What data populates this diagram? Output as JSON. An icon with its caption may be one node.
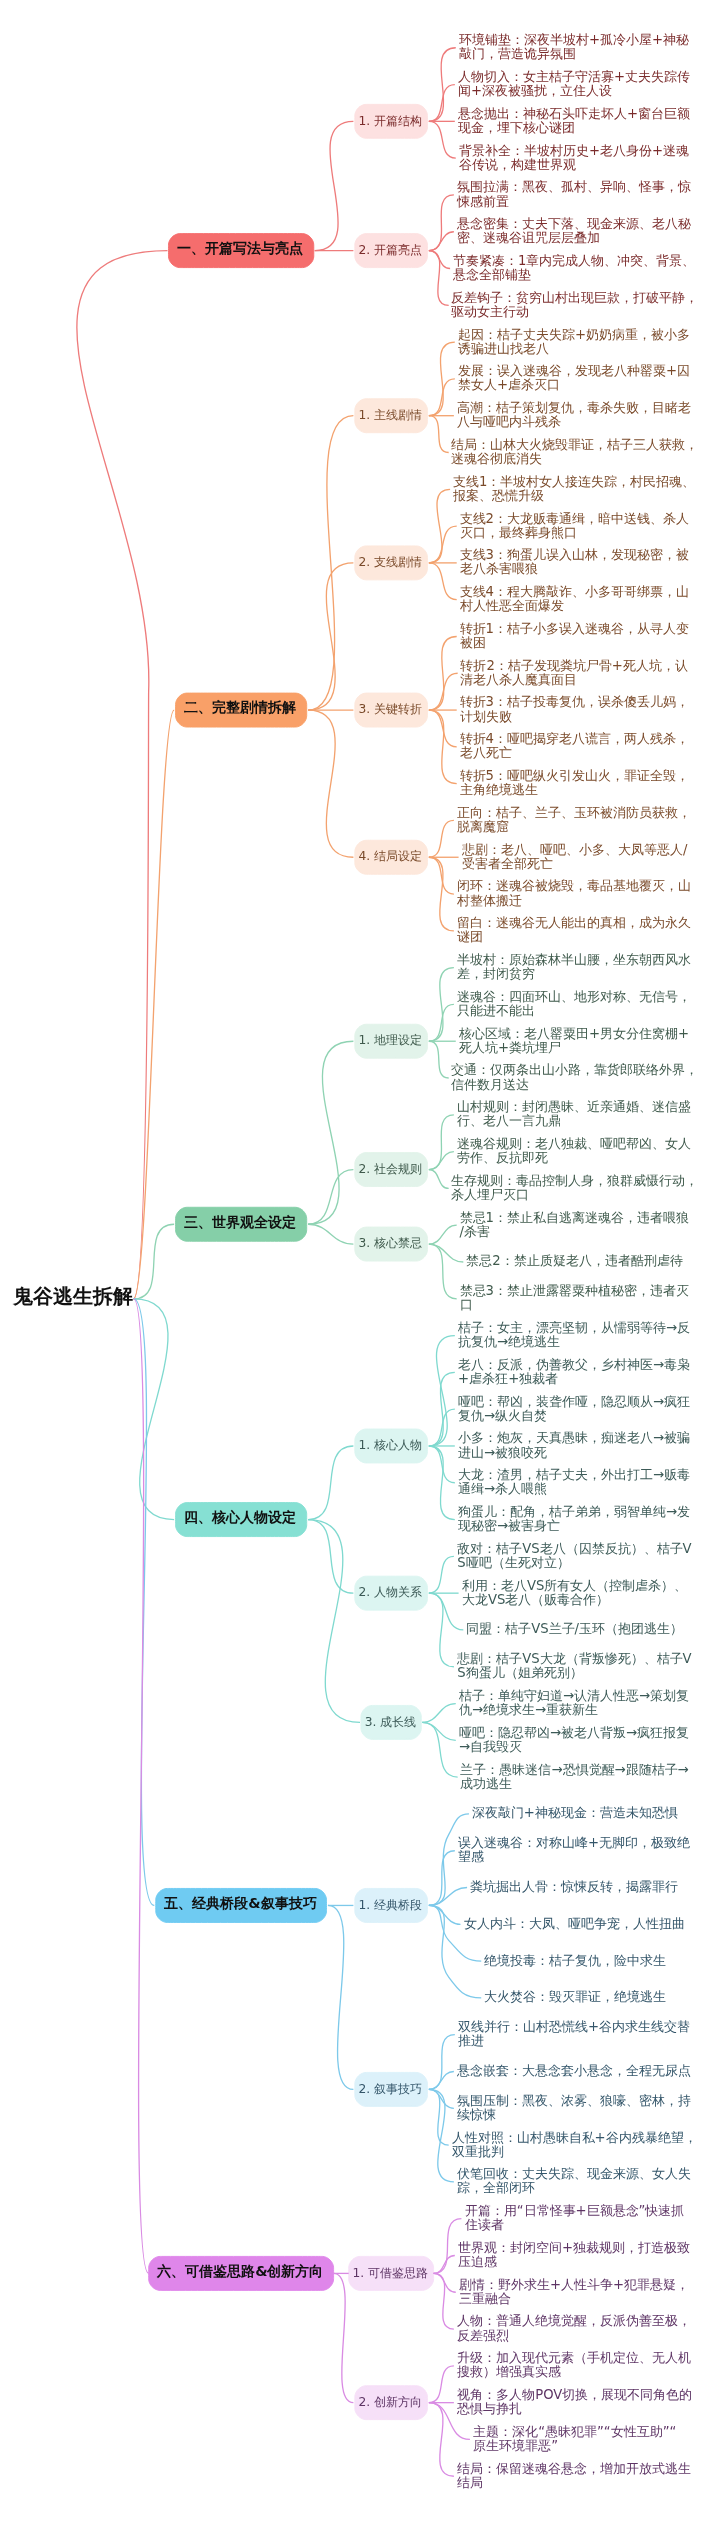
{
  "diagram": {
    "nodes": [
      {
        "text": [
          "鬼谷逃生拆解"
        ]
      },
      {
        "text": [
          "一、开篇写法与亮点"
        ]
      },
      {
        "text": [
          "1. 开篇结构"
        ]
      },
      {
        "text": [
          "环境铺垫：深夜半坡村+孤冷小屋+神秘敲门，营造诡异氛围"
        ]
      },
      {
        "text": [
          "人物切入：女主桔子守活寡+丈夫失踪传闻+深夜被骚扰，立住人设"
        ]
      },
      {
        "text": [
          "悬念抛出：神秘石头吓走坏人+窗台巨额现金，埋下核心谜团"
        ]
      },
      {
        "text": [
          "背景补全：半坡村历史+老八身份+迷魂谷传说，构建世界观"
        ]
      },
      {
        "text": [
          "2. 开篇亮点"
        ]
      },
      {
        "text": [
          "氛围拉满：黑夜、孤村、异响、怪事，惊悚感前置"
        ]
      },
      {
        "text": [
          "悬念密集：丈夫下落、现金来源、老八秘密、迷魂谷诅咒层层叠加"
        ]
      },
      {
        "text": [
          "节奏紧凑：1章内完成人物、冲突、背景、悬念全部铺垫"
        ]
      },
      {
        "text": [
          "反差钩子：贫穷山村出现巨款，打破平静，驱动女主行动"
        ]
      },
      {
        "text": [
          "二、完整剧情拆解"
        ]
      },
      {
        "text": [
          "1. 主线剧情"
        ]
      },
      {
        "text": [
          "起因：桔子丈夫失踪+奶奶病重，被小多诱骗进山找老八"
        ]
      },
      {
        "text": [
          "发展：误入迷魂谷，发现老八种罂粟+囚禁女人+虐杀灭口"
        ]
      },
      {
        "text": [
          "高潮：桔子策划复仇，毒杀失败，目睹老八与哑吧内斗残杀"
        ]
      },
      {
        "text": [
          "结局：山林大火烧毁罪证，桔子三人获救，迷魂谷彻底消失"
        ]
      },
      {
        "text": [
          "2. 支线剧情"
        ]
      },
      {
        "text": [
          "支线1：半坡村女人接连失踪，村民招魂、报案、恐慌升级"
        ]
      },
      {
        "text": [
          "支线2：大龙贩毒通缉，暗中送钱、杀人灭口，最终葬身熊口"
        ]
      },
      {
        "text": [
          "支线3：狗蛋儿误入山林，发现秘密，被老八杀害喂狼"
        ]
      },
      {
        "text": [
          "支线4：程大腾敲诈、小多哥哥绑票，山村人性恶全面爆发"
        ]
      },
      {
        "text": [
          "3. 关键转折"
        ]
      },
      {
        "text": [
          "转折1：桔子小多误入迷魂谷，从寻人变被困"
        ]
      },
      {
        "text": [
          "转折2：桔子发现粪坑尸骨+死人坑，认清老八杀人魔真面目"
        ]
      },
      {
        "text": [
          "转折3：桔子投毒复仇，误杀傻丢儿妈，计划失败"
        ]
      },
      {
        "text": [
          "转折4：哑吧揭穿老八谎言，两人残杀，老八死亡"
        ]
      },
      {
        "text": [
          "转折5：哑吧纵火引发山火，罪证全毁，主角绝境逃生"
        ]
      },
      {
        "text": [
          "4. 结局设定"
        ]
      },
      {
        "text": [
          "正向：桔子、兰子、玉环被消防员获救，脱离魔窟"
        ]
      },
      {
        "text": [
          "悲剧：老八、哑吧、小多、大凤等恶人/受害者全部死亡"
        ]
      },
      {
        "text": [
          "闭环：迷魂谷被烧毁，毒品基地覆灭，山村整体搬迁"
        ]
      },
      {
        "text": [
          "留白：迷魂谷无人能出的真相，成为永久谜团"
        ]
      },
      {
        "text": [
          "三、世界观全设定"
        ]
      },
      {
        "text": [
          "1. 地理设定"
        ]
      },
      {
        "text": [
          "半坡村：原始森林半山腰，坐东朝西风水差，封闭贫穷"
        ]
      },
      {
        "text": [
          "迷魂谷：四面环山、地形对称、无信号，只能进不能出"
        ]
      },
      {
        "text": [
          "核心区域：老八罂粟田+男女分住窝棚+死人坑+粪坑埋尸"
        ]
      },
      {
        "text": [
          "交通：仅两条出山小路，靠货郎联络外界，信件数月送达"
        ]
      },
      {
        "text": [
          "2. 社会规则"
        ]
      },
      {
        "text": [
          "山村规则：封闭愚昧、近亲通婚、迷信盛行、老八一言九鼎"
        ]
      },
      {
        "text": [
          "迷魂谷规则：老八独裁、哑吧帮凶、女人劳作、反抗即死"
        ]
      },
      {
        "text": [
          "生存规则：毒品控制人身，狼群威慑行动，杀人埋尸灭口"
        ]
      },
      {
        "text": [
          "3. 核心禁忌"
        ]
      },
      {
        "text": [
          "禁忌1：禁止私自逃离迷魂谷，违者喂狼/杀害"
        ]
      },
      {
        "text": [
          "禁忌2：禁止质疑老八，违者酷刑虐待"
        ]
      },
      {
        "text": [
          "禁忌3：禁止泄露罂粟种植秘密，违者灭口"
        ]
      },
      {
        "text": [
          "四、核心人物设定"
        ]
      },
      {
        "text": [
          "1. 核心人物"
        ]
      },
      {
        "text": [
          "桔子：女主，漂亮坚韧，从懦弱等待→反抗复仇→绝境逃生"
        ]
      },
      {
        "text": [
          "老八：反派，伪善教父，乡村神医→毒枭+虐杀狂+独裁者"
        ]
      },
      {
        "text": [
          "哑吧：帮凶，装聋作哑，隐忍顺从→疯狂复仇→纵火自焚"
        ]
      },
      {
        "text": [
          "小多：炮灰，天真愚昧，痴迷老八→被骗进山→被狼咬死"
        ]
      },
      {
        "text": [
          "大龙：渣男，桔子丈夫，外出打工→贩毒通缉→杀人喂熊"
        ]
      },
      {
        "text": [
          "狗蛋儿：配角，桔子弟弟，弱智单纯→发现秘密→被害身亡"
        ]
      },
      {
        "text": [
          "2. 人物关系"
        ]
      },
      {
        "text": [
          "敌对：桔子VS老八（囚禁反抗）、桔子VS哑吧（生死对立）"
        ]
      },
      {
        "text": [
          "利用：老八VS所有女人（控制虐杀）、大龙VS老八（贩毒合作）"
        ]
      },
      {
        "text": [
          "同盟：桔子VS兰子/玉环（抱团逃生）"
        ]
      },
      {
        "text": [
          "悲剧：桔子VS大龙（背叛惨死）、桔子VS狗蛋儿（姐弟死别）"
        ]
      },
      {
        "text": [
          "3. 成长线"
        ]
      },
      {
        "text": [
          "桔子：单纯守妇道→认清人性恶→策划复仇→绝境求生→重获新生"
        ]
      },
      {
        "text": [
          "哑吧：隐忍帮凶→被老八背叛→疯狂报复→自我毁灭"
        ]
      },
      {
        "text": [
          "兰子：愚昧迷信→恐惧觉醒→跟随桔子→成功逃生"
        ]
      },
      {
        "text": [
          "五、经典桥段&叙事技巧"
        ]
      },
      {
        "text": [
          "1. 经典桥段"
        ]
      },
      {
        "text": [
          "深夜敲门+神秘现金：营造未知恐惧"
        ]
      },
      {
        "text": [
          "误入迷魂谷：对称山峰+无脚印，极致绝望感"
        ]
      },
      {
        "text": [
          "粪坑掘出人骨：惊悚反转，揭露罪行"
        ]
      },
      {
        "text": [
          "女人内斗：大凤、哑吧争宠，人性扭曲"
        ]
      },
      {
        "text": [
          "绝境投毒：桔子复仇，险中求生"
        ]
      },
      {
        "text": [
          "大火焚谷：毁灭罪证，绝境逃生"
        ]
      },
      {
        "text": [
          "2. 叙事技巧"
        ]
      },
      {
        "text": [
          "双线并行：山村恐慌线+谷内求生线交替推进"
        ]
      },
      {
        "text": [
          "悬念嵌套：大悬念套小悬念，全程无尿点"
        ]
      },
      {
        "text": [
          "氛围压制：黑夜、浓雾、狼嚎、密林，持续惊悚"
        ]
      },
      {
        "text": [
          "人性对照：山村愚昧自私+谷内残暴绝望，双重批判"
        ]
      },
      {
        "text": [
          "伏笔回收：丈夫失踪、现金来源、女人失踪，全部闭环"
        ]
      },
      {
        "text": [
          "六、可借鉴思路&创新方向"
        ]
      },
      {
        "text": [
          "1. 可借鉴思路"
        ]
      },
      {
        "text": [
          "开篇：用“日常怪事+巨额悬念”快速抓住读者"
        ]
      },
      {
        "text": [
          "世界观：封闭空间+独裁规则，打造极致压迫感"
        ]
      },
      {
        "text": [
          "剧情：野外求生+人性斗争+犯罪悬疑，三重融合"
        ]
      },
      {
        "text": [
          "人物：普通人绝境觉醒，反派伪善至极，反差强烈"
        ]
      },
      {
        "text": [
          "2. 创新方向"
        ]
      },
      {
        "text": [
          "升级：加入现代元素（手机定位、无人机搜救）增强真实感"
        ]
      },
      {
        "text": [
          "视角：多人物POV切换，展现不同角色的恐惧与挣扎"
        ]
      },
      {
        "text": [
          "主题：深化“愚昧犯罪”“女性互助”“原生环境罪恶”"
        ]
      },
      {
        "text": [
          "结局：保留迷魂谷悬念，增加开放式逃生结局"
        ]
      }
    ],
    "edges": [
      {
        "from": 0,
        "to": 1,
        "arrow": "none",
        "color": "#ee7b7b"
      },
      {
        "from": 1,
        "to": 2,
        "arrow": "none",
        "color": "#ee7b7b"
      },
      {
        "from": 2,
        "to": 3,
        "arrow": "none",
        "color": "#ee7b7b"
      },
      {
        "from": 2,
        "to": 4,
        "arrow": "none",
        "color": "#ee7b7b"
      },
      {
        "from": 2,
        "to": 5,
        "arrow": "none",
        "color": "#ee7b7b"
      },
      {
        "from": 2,
        "to": 6,
        "arrow": "none",
        "color": "#ee7b7b"
      },
      {
        "from": 1,
        "to": 7,
        "arrow": "none",
        "color": "#ee7b7b"
      },
      {
        "from": 7,
        "to": 8,
        "arrow": "none",
        "color": "#ee7b7b"
      },
      {
        "from": 7,
        "to": 9,
        "arrow": "none",
        "color": "#ee7b7b"
      },
      {
        "from": 7,
        "to": 10,
        "arrow": "none",
        "color": "#ee7b7b"
      },
      {
        "from": 7,
        "to": 11,
        "arrow": "none",
        "color": "#ee7b7b"
      },
      {
        "from": 0,
        "to": 12,
        "arrow": "none",
        "color": "#f3a26e"
      },
      {
        "from": 12,
        "to": 13,
        "arrow": "none",
        "color": "#f3a26e"
      },
      {
        "from": 13,
        "to": 14,
        "arrow": "none",
        "color": "#f3a26e"
      },
      {
        "from": 13,
        "to": 15,
        "arrow": "none",
        "color": "#f3a26e"
      },
      {
        "from": 13,
        "to": 16,
        "arrow": "none",
        "color": "#f3a26e"
      },
      {
        "from": 13,
        "to": 17,
        "arrow": "none",
        "color": "#f3a26e"
      },
      {
        "from": 12,
        "to": 18,
        "arrow": "none",
        "color": "#f3a26e"
      },
      {
        "from": 18,
        "to": 19,
        "arrow": "none",
        "color": "#f3a26e"
      },
      {
        "from": 18,
        "to": 20,
        "arrow": "none",
        "color": "#f3a26e"
      },
      {
        "from": 18,
        "to": 21,
        "arrow": "none",
        "color": "#f3a26e"
      },
      {
        "from": 18,
        "to": 22,
        "arrow": "none",
        "color": "#f3a26e"
      },
      {
        "from": 12,
        "to": 23,
        "arrow": "none",
        "color": "#f3a26e"
      },
      {
        "from": 23,
        "to": 24,
        "arrow": "none",
        "color": "#f3a26e"
      },
      {
        "from": 23,
        "to": 25,
        "arrow": "none",
        "color": "#f3a26e"
      },
      {
        "from": 23,
        "to": 26,
        "arrow": "none",
        "color": "#f3a26e"
      },
      {
        "from": 23,
        "to": 27,
        "arrow": "none",
        "color": "#f3a26e"
      },
      {
        "from": 23,
        "to": 28,
        "arrow": "none",
        "color": "#f3a26e"
      },
      {
        "from": 12,
        "to": 29,
        "arrow": "none",
        "color": "#f3a26e"
      },
      {
        "from": 29,
        "to": 30,
        "arrow": "none",
        "color": "#f3a26e"
      },
      {
        "from": 29,
        "to": 31,
        "arrow": "none",
        "color": "#f3a26e"
      },
      {
        "from": 29,
        "to": 32,
        "arrow": "none",
        "color": "#f3a26e"
      },
      {
        "from": 29,
        "to": 33,
        "arrow": "none",
        "color": "#f3a26e"
      },
      {
        "from": 0,
        "to": 34,
        "arrow": "none",
        "color": "#8fd3b3"
      },
      {
        "from": 34,
        "to": 35,
        "arrow": "none",
        "color": "#8fd3b3"
      },
      {
        "from": 35,
        "to": 36,
        "arrow": "none",
        "color": "#8fd3b3"
      },
      {
        "from": 35,
        "to": 37,
        "arrow": "none",
        "color": "#8fd3b3"
      },
      {
        "from": 35,
        "to": 38,
        "arrow": "none",
        "color": "#8fd3b3"
      },
      {
        "from": 35,
        "to": 39,
        "arrow": "none",
        "color": "#8fd3b3"
      },
      {
        "from": 34,
        "to": 40,
        "arrow": "none",
        "color": "#8fd3b3"
      },
      {
        "from": 40,
        "to": 41,
        "arrow": "none",
        "color": "#8fd3b3"
      },
      {
        "from": 40,
        "to": 42,
        "arrow": "none",
        "color": "#8fd3b3"
      },
      {
        "from": 40,
        "to": 43,
        "arrow": "none",
        "color": "#8fd3b3"
      },
      {
        "from": 34,
        "to": 44,
        "arrow": "none",
        "color": "#8fd3b3"
      },
      {
        "from": 44,
        "to": 45,
        "arrow": "none",
        "color": "#8fd3b3"
      },
      {
        "from": 44,
        "to": 46,
        "arrow": "none",
        "color": "#8fd3b3"
      },
      {
        "from": 44,
        "to": 47,
        "arrow": "none",
        "color": "#8fd3b3"
      },
      {
        "from": 0,
        "to": 48,
        "arrow": "none",
        "color": "#7fd9cf"
      },
      {
        "from": 48,
        "to": 49,
        "arrow": "none",
        "color": "#7fd9cf"
      },
      {
        "from": 49,
        "to": 50,
        "arrow": "none",
        "color": "#7fd9cf"
      },
      {
        "from": 49,
        "to": 51,
        "arrow": "none",
        "color": "#7fd9cf"
      },
      {
        "from": 49,
        "to": 52,
        "arrow": "none",
        "color": "#7fd9cf"
      },
      {
        "from": 49,
        "to": 53,
        "arrow": "none",
        "color": "#7fd9cf"
      },
      {
        "from": 49,
        "to": 54,
        "arrow": "none",
        "color": "#7fd9cf"
      },
      {
        "from": 49,
        "to": 55,
        "arrow": "none",
        "color": "#7fd9cf"
      },
      {
        "from": 48,
        "to": 56,
        "arrow": "none",
        "color": "#7fd9cf"
      },
      {
        "from": 56,
        "to": 57,
        "arrow": "none",
        "color": "#7fd9cf"
      },
      {
        "from": 56,
        "to": 58,
        "arrow": "none",
        "color": "#7fd9cf"
      },
      {
        "from": 56,
        "to": 59,
        "arrow": "none",
        "color": "#7fd9cf"
      },
      {
        "from": 56,
        "to": 60,
        "arrow": "none",
        "color": "#7fd9cf"
      },
      {
        "from": 48,
        "to": 61,
        "arrow": "none",
        "color": "#7fd9cf"
      },
      {
        "from": 61,
        "to": 62,
        "arrow": "none",
        "color": "#7fd9cf"
      },
      {
        "from": 61,
        "to": 63,
        "arrow": "none",
        "color": "#7fd9cf"
      },
      {
        "from": 61,
        "to": 64,
        "arrow": "none",
        "color": "#7fd9cf"
      },
      {
        "from": 0,
        "to": 65,
        "arrow": "none",
        "color": "#7dc9ea"
      },
      {
        "from": 65,
        "to": 66,
        "arrow": "none",
        "color": "#7dc9ea"
      },
      {
        "from": 66,
        "to": 67,
        "arrow": "none",
        "color": "#7dc9ea"
      },
      {
        "from": 66,
        "to": 68,
        "arrow": "none",
        "color": "#7dc9ea"
      },
      {
        "from": 66,
        "to": 69,
        "arrow": "none",
        "color": "#7dc9ea"
      },
      {
        "from": 66,
        "to": 70,
        "arrow": "none",
        "color": "#7dc9ea"
      },
      {
        "from": 66,
        "to": 71,
        "arrow": "none",
        "color": "#7dc9ea"
      },
      {
        "from": 66,
        "to": 72,
        "arrow": "none",
        "color": "#7dc9ea"
      },
      {
        "from": 65,
        "to": 73,
        "arrow": "none",
        "color": "#7dc9ea"
      },
      {
        "from": 73,
        "to": 74,
        "arrow": "none",
        "color": "#7dc9ea"
      },
      {
        "from": 73,
        "to": 75,
        "arrow": "none",
        "color": "#7dc9ea"
      },
      {
        "from": 73,
        "to": 76,
        "arrow": "none",
        "color": "#7dc9ea"
      },
      {
        "from": 73,
        "to": 77,
        "arrow": "none",
        "color": "#7dc9ea"
      },
      {
        "from": 73,
        "to": 78,
        "arrow": "none",
        "color": "#7dc9ea"
      },
      {
        "from": 0,
        "to": 79,
        "arrow": "none",
        "color": "#d98be3"
      },
      {
        "from": 79,
        "to": 80,
        "arrow": "none",
        "color": "#d98be3"
      },
      {
        "from": 80,
        "to": 81,
        "arrow": "none",
        "color": "#d98be3"
      },
      {
        "from": 80,
        "to": 82,
        "arrow": "none",
        "color": "#d98be3"
      },
      {
        "from": 80,
        "to": 83,
        "arrow": "none",
        "color": "#d98be3"
      },
      {
        "from": 80,
        "to": 84,
        "arrow": "none",
        "color": "#d98be3"
      },
      {
        "from": 79,
        "to": 85,
        "arrow": "none",
        "color": "#d98be3"
      },
      {
        "from": 85,
        "to": 86,
        "arrow": "none",
        "color": "#d98be3"
      },
      {
        "from": 85,
        "to": 87,
        "arrow": "none",
        "color": "#d98be3"
      },
      {
        "from": 85,
        "to": 88,
        "arrow": "none",
        "color": "#d98be3"
      },
      {
        "from": 85,
        "to": 89,
        "arrow": "none",
        "color": "#d98be3"
      }
    ]
  }
}
